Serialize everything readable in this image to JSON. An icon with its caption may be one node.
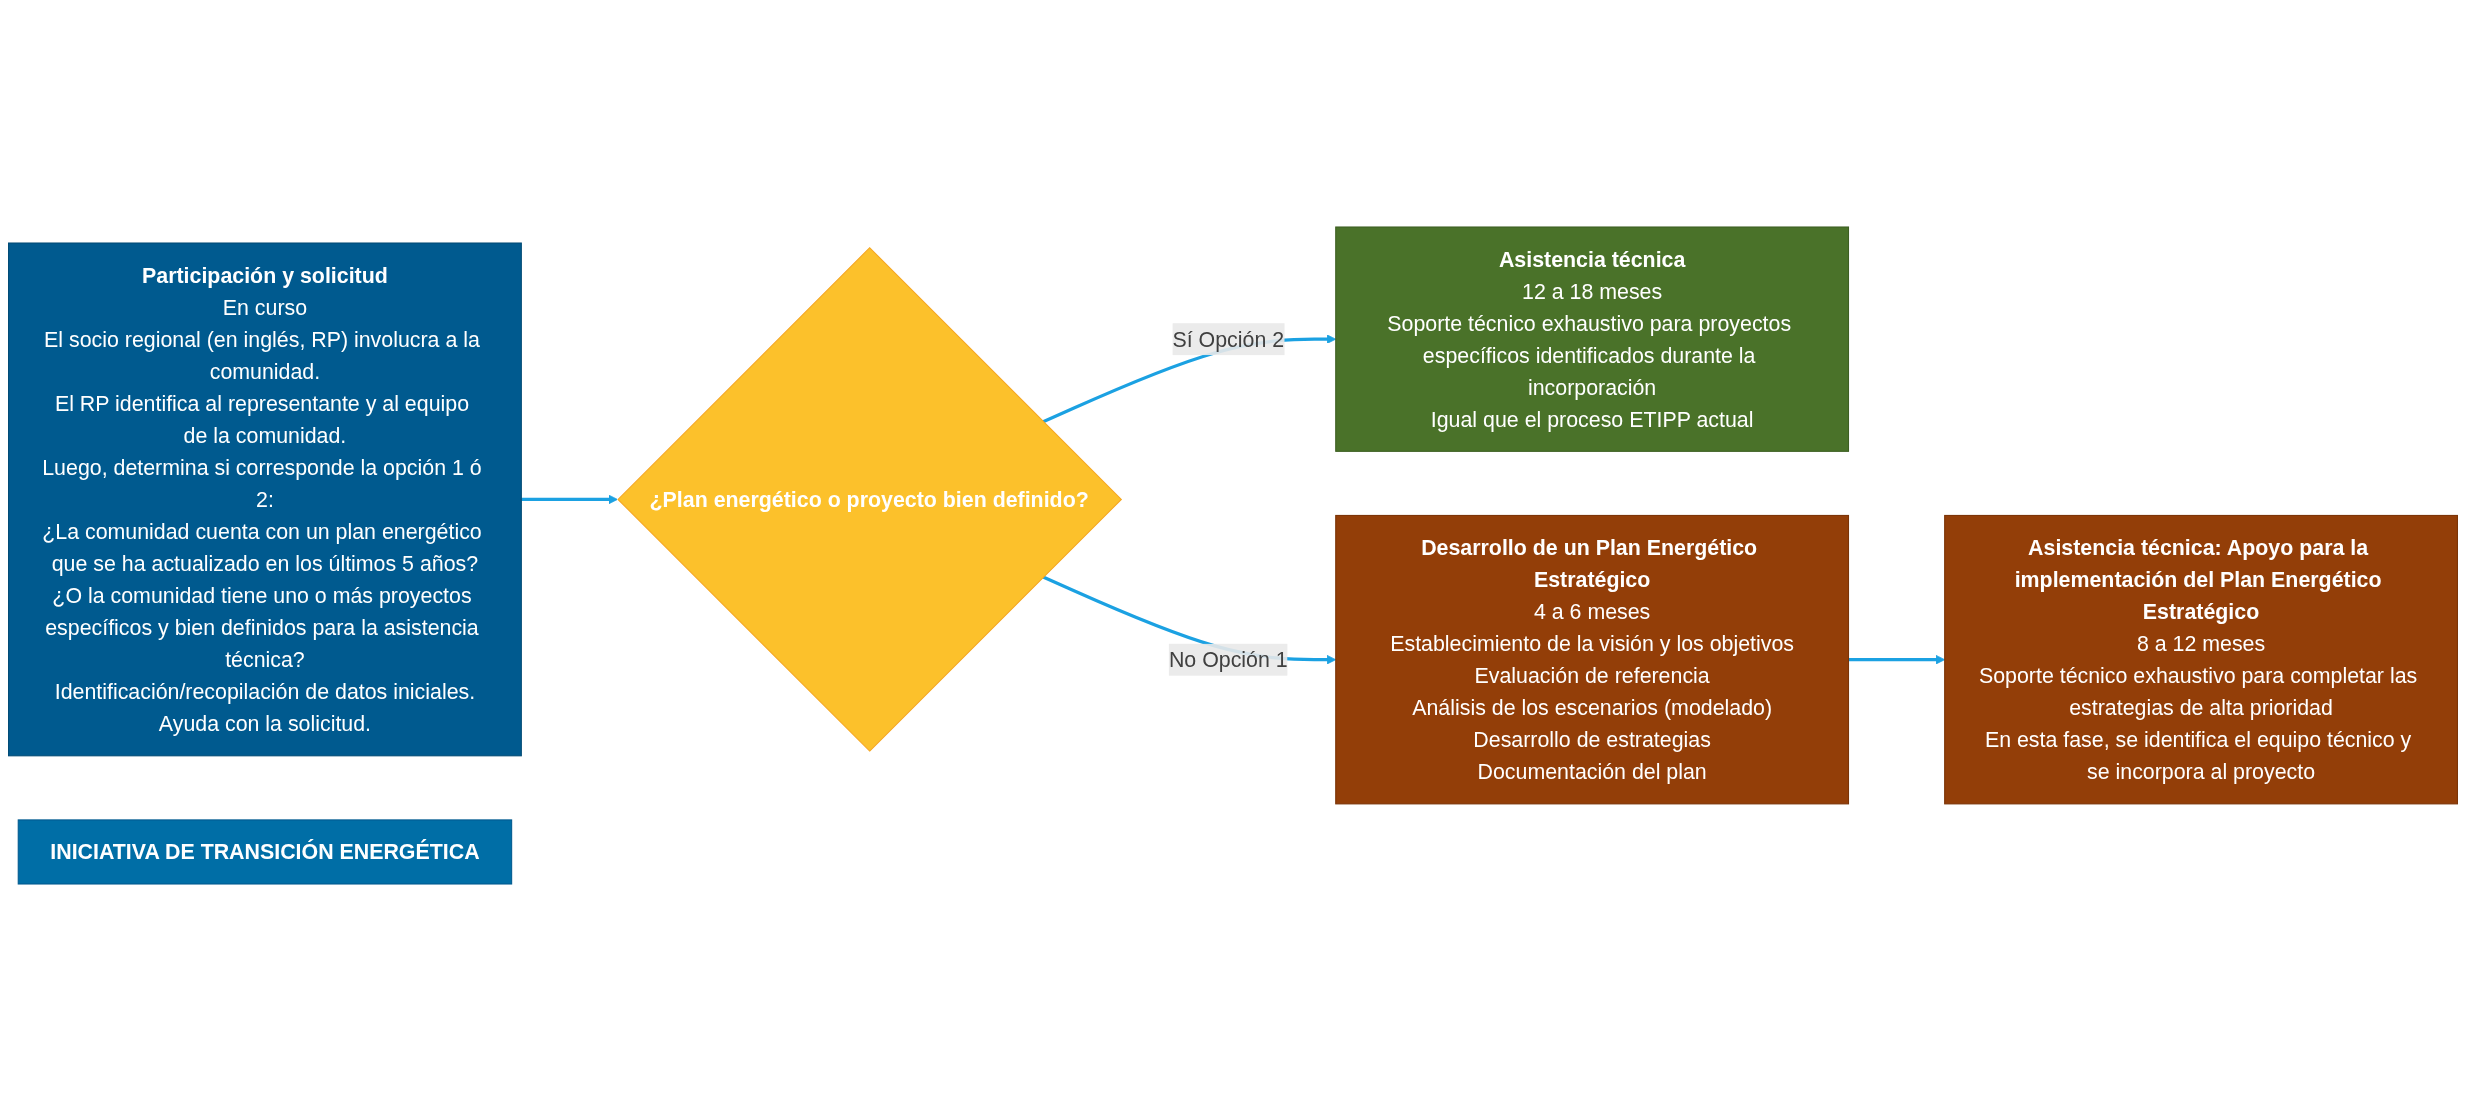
{
  "diagram": {
    "nodes": [
      {
        "text": [
          "Participación y solicitud",
          "En curso",
          "El socio regional (en inglés, RP) involucra a la comunidad.",
          "El RP identifica al representante y al equipo de la comunidad.",
          "Luego, determina si corresponde la opción 1 ó 2:",
          "¿La comunidad cuenta con un plan energético que se ha actualizado en los últimos 5 años?",
          "¿O la comunidad tiene uno o más proyectos específicos y bien definidos para la asistencia técnica?",
          "Identificación/recopilación de datos iniciales.",
          "Ayuda con la solicitud."
        ]
      },
      {
        "text": [
          "¿Plan energético o proyecto bien definido?"
        ]
      },
      {
        "text": [
          "Asistencia técnica",
          "12 a 18 meses",
          "Soporte técnico exhaustivo para proyectos específicos identificados durante la incorporación",
          "Igual que el proceso ETIPP actual"
        ]
      },
      {
        "text": [
          "Desarrollo de un Plan Energético Estratégico",
          "4 a 6 meses",
          "Establecimiento de la visión y los objetivos",
          "Evaluación de referencia",
          "Análisis de los escenarios (modelado)",
          "Desarrollo de estrategias",
          "Documentación del plan"
        ]
      },
      {
        "text": [
          "Asistencia técnica: Apoyo para la implementación del Plan Energético Estratégico",
          "8 a 12 meses",
          "Soporte técnico exhaustivo para completar las estrategias de alta prioridad",
          "En esta fase, se identifica el equipo técnico y se incorpora al proyecto"
        ]
      },
      {
        "text": [
          "INICIATIVA DE TRANSICIÓN ENERGÉTICA"
        ]
      }
    ],
    "edges": [
      {
        "from": 0,
        "to": 1,
        "arrow": "to"
      },
      {
        "from": 1,
        "to": 2,
        "arrow": "to",
        "label": "Sí Opción 2"
      },
      {
        "from": 1,
        "to": 3,
        "arrow": "to",
        "label": "No Opción 1"
      },
      {
        "from": 3,
        "to": 4,
        "arrow": "to"
      }
    ]
  }
}
